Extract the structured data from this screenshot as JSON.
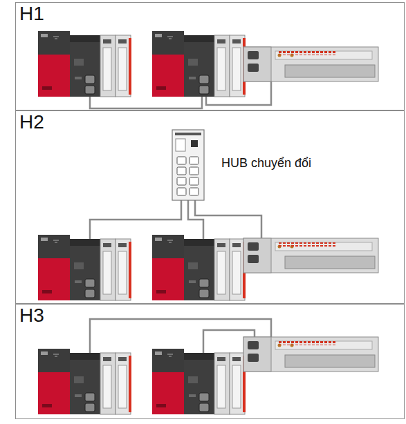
{
  "diagram": {
    "nodes": [
      {
        "text": [
          "H1"
        ]
      },
      {
        "text": [
          "H2"
        ]
      },
      {
        "text": [
          "HUB chuyển đổi"
        ],
        "in": 1
      },
      {
        "text": [
          "H3"
        ]
      }
    ]
  }
}
